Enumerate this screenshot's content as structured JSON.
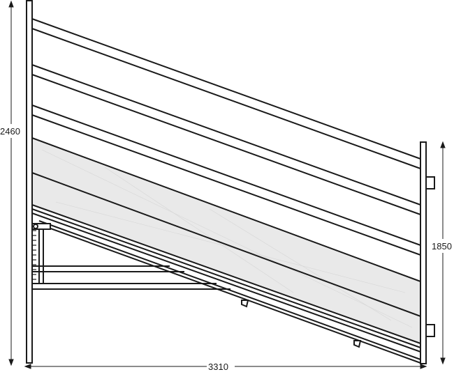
{
  "dimensions": {
    "height_left": "2460",
    "height_right": "1850",
    "width_bottom": "3310"
  },
  "colors": {
    "stroke": "#1a1a1a",
    "panel_fill": "#e8e8e8",
    "background": "#ffffff"
  }
}
